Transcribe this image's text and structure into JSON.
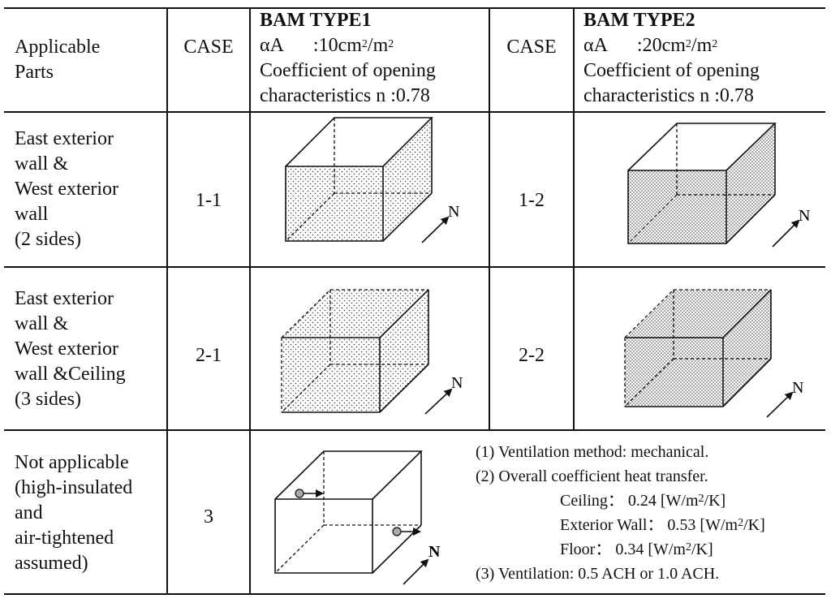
{
  "header": {
    "applicable_parts": [
      "Applicable",
      "Parts"
    ],
    "case": "CASE",
    "type1": {
      "title": "BAM TYPE1",
      "alpha_label": "αA",
      "alpha_value": ":10cm",
      "alpha_unit_mid": "/m",
      "coef_line1": "Coefficient of opening",
      "coef_line2": "characteristics n :0.78"
    },
    "type2": {
      "title": "BAM TYPE2",
      "alpha_label": "αA",
      "alpha_value": ":20cm",
      "alpha_unit_mid": "/m",
      "coef_line1": "Coefficient of opening",
      "coef_line2": "characteristics n :0.78"
    },
    "sup2": "2"
  },
  "rows": [
    {
      "parts": [
        "East exterior",
        "wall &",
        "West exterior",
        "wall",
        "(2 sides)"
      ],
      "case1": "1-1",
      "case2": "1-2",
      "north": "N"
    },
    {
      "parts": [
        "East exterior",
        "wall &",
        "West exterior",
        "wall &Ceiling",
        "(3 sides)"
      ],
      "case1": "2-1",
      "case2": "2-2",
      "north": "N"
    },
    {
      "parts": [
        "Not applicable",
        "(high-insulated",
        "and",
        "air-tightened",
        "assumed)"
      ],
      "case": "3",
      "north": "N"
    }
  ],
  "notes": {
    "line1": "(1) Ventilation method: mechanical.",
    "line2": "(2) Overall coefficient heat transfer.",
    "ceiling": "Ceiling： 0.24 [W/m",
    "wall": "Exterior Wall： 0.53 [W/m",
    "floor": "Floor： 0.34 [W/m",
    "unit_tail": "/K]",
    "line3": "(3) Ventilation: 0.5 ACH or 1.0 ACH."
  }
}
